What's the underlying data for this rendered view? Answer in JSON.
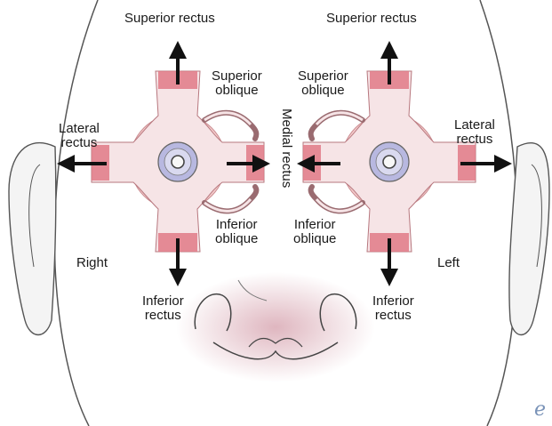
{
  "labels": {
    "superior_rectus": "Superior rectus",
    "superior_oblique_1": "Superior",
    "superior_oblique_2": "oblique",
    "lateral_rectus_1": "Lateral",
    "lateral_rectus_2": "rectus",
    "medial_rectus": "Medial rectus",
    "inferior_oblique_1": "Inferior",
    "inferior_oblique_2": "oblique",
    "inferior_rectus_1": "Inferior",
    "inferior_rectus_2": "rectus",
    "right": "Right",
    "left": "Left"
  },
  "logo_text": "e",
  "colors": {
    "muscle_pink": "#e07a86",
    "muscle_light": "#f6e4e6",
    "globe_pink": "#f2c9c9",
    "iris": "#b8b8e0",
    "arrow": "#111111",
    "skin_shadow": "#d9a9b4",
    "line": "#333333"
  }
}
